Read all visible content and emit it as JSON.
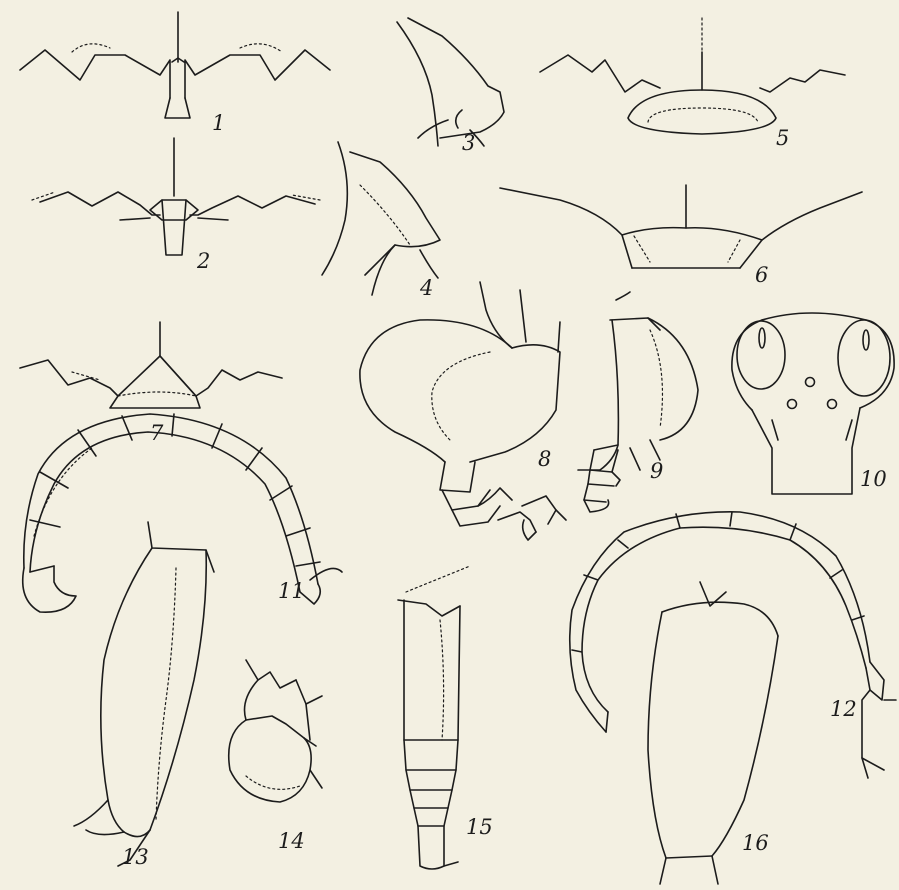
{
  "plate": {
    "figures": [
      {
        "id": "fig-1",
        "label": "1"
      },
      {
        "id": "fig-2",
        "label": "2"
      },
      {
        "id": "fig-3",
        "label": "3"
      },
      {
        "id": "fig-4",
        "label": "4"
      },
      {
        "id": "fig-5",
        "label": "5"
      },
      {
        "id": "fig-6",
        "label": "6"
      },
      {
        "id": "fig-7",
        "label": "7"
      },
      {
        "id": "fig-8",
        "label": "8"
      },
      {
        "id": "fig-9",
        "label": "9"
      },
      {
        "id": "fig-10",
        "label": "10"
      },
      {
        "id": "fig-11",
        "label": "11"
      },
      {
        "id": "fig-12",
        "label": "12"
      },
      {
        "id": "fig-13",
        "label": "13"
      },
      {
        "id": "fig-14",
        "label": "14"
      },
      {
        "id": "fig-15",
        "label": "15"
      },
      {
        "id": "fig-16",
        "label": "16"
      }
    ]
  }
}
